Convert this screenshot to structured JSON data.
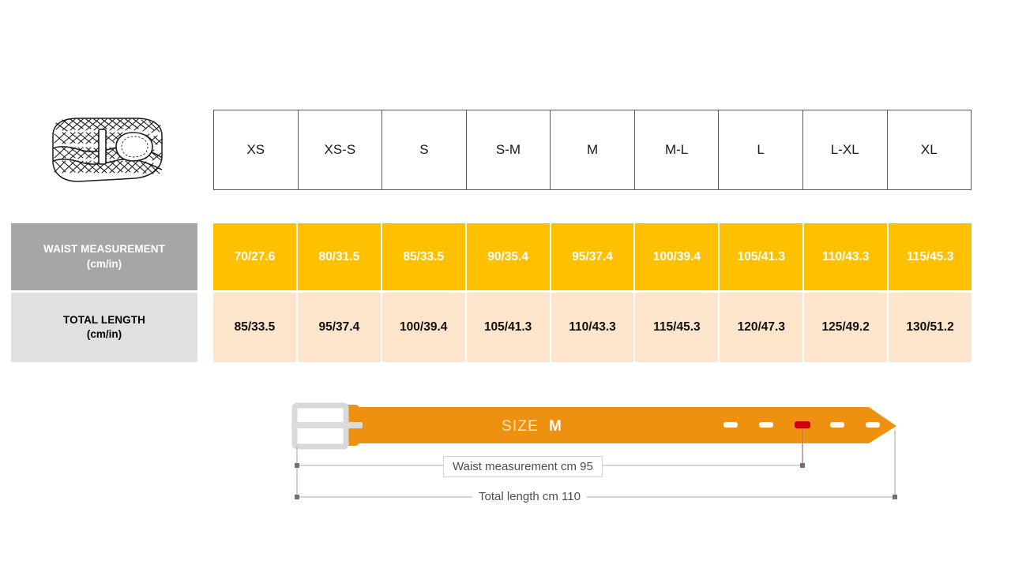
{
  "product_icon": {
    "name": "braided-belt-illustration"
  },
  "size_table": {
    "sizes": [
      "XS",
      "XS-S",
      "S",
      "S-M",
      "M",
      "M-L",
      "L",
      "L-XL",
      "XL"
    ],
    "rows": [
      {
        "label_main": "WAIST MEASUREMENT",
        "label_sub": "(cm/in)",
        "values": [
          "70/27.6",
          "80/31.5",
          "85/33.5",
          "90/35.4",
          "95/37.4",
          "100/39.4",
          "105/41.3",
          "110/43.3",
          "115/45.3"
        ],
        "cell_color": "#ffc000",
        "label_color": "#a6a6a6"
      },
      {
        "label_main": "TOTAL LENGTH",
        "label_sub": "(cm/in)",
        "values": [
          "85/33.5",
          "95/37.4",
          "100/39.4",
          "105/41.3",
          "110/43.3",
          "115/45.3",
          "120/47.3",
          "125/49.2",
          "130/51.2"
        ],
        "cell_color": "#fde5cc",
        "label_color": "#e0e0e0"
      }
    ]
  },
  "diagram": {
    "size_word": "SIZE",
    "size_value": "M",
    "waist_dimension": "Waist measurement cm 95",
    "total_dimension": "Total length cm 110",
    "belt_color": "#ef9110",
    "buckle_color": "#d9d9d9",
    "active_hole_color": "#cc0000",
    "hole_color": "#ffffff",
    "hole_count": 5,
    "active_hole_index": 2
  }
}
